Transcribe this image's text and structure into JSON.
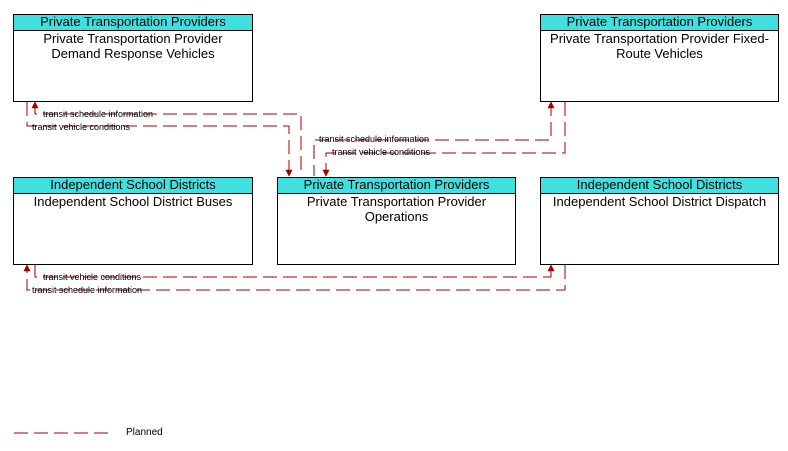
{
  "colors": {
    "header_fill": "#40e0e0",
    "flow_line": "#a00000",
    "border": "#000000"
  },
  "nodes": {
    "demand_response": {
      "category": "Private Transportation Providers",
      "title": "Private Transportation Provider Demand Response Vehicles"
    },
    "fixed_route": {
      "category": "Private Transportation Providers",
      "title": "Private Transportation Provider Fixed-Route Vehicles"
    },
    "school_buses": {
      "category": "Independent School Districts",
      "title": "Independent School District Buses"
    },
    "operations": {
      "category": "Private Transportation Providers",
      "title": "Private Transportation Provider Operations"
    },
    "school_dispatch": {
      "category": "Independent School Districts",
      "title": "Independent School District Dispatch"
    }
  },
  "flows": {
    "dr_schedule": "transit schedule information",
    "dr_conditions": "transit vehicle conditions",
    "fr_schedule": "transit schedule information",
    "fr_conditions": "transit vehicle conditions",
    "bus_conditions": "transit vehicle conditions",
    "bus_schedule": "transit schedule information"
  },
  "legend": {
    "planned": "Planned"
  }
}
